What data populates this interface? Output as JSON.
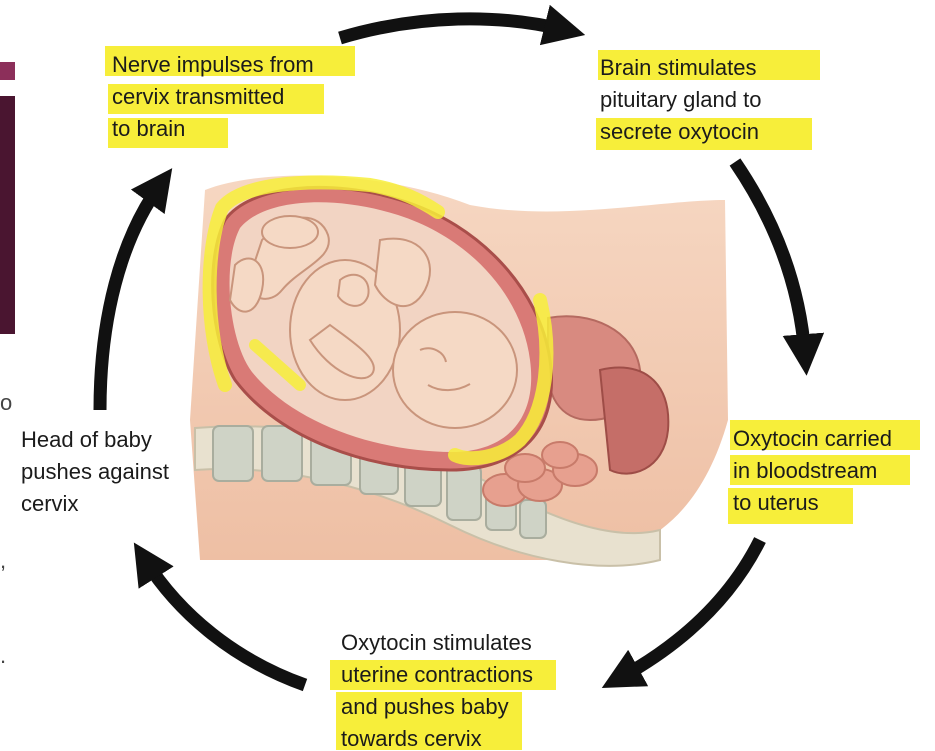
{
  "steps": [
    {
      "lines": [
        "Nerve impulses from",
        "cervix transmitted",
        "to brain"
      ]
    },
    {
      "lines": [
        "Brain stimulates",
        "pituitary gland to",
        "secrete oxytocin"
      ]
    },
    {
      "lines": [
        "Oxytocin carried",
        "in bloodstream",
        "to uterus"
      ]
    },
    {
      "lines": [
        "Oxytocin stimulates",
        "uterine contractions",
        "and pushes baby",
        "towards cervix"
      ]
    },
    {
      "lines": [
        "Head of baby",
        "pushes against",
        "cervix"
      ]
    }
  ],
  "left_edge_fragments": [
    "o",
    ",",
    "."
  ],
  "colors": {
    "highlight": "#f7ee3a",
    "arrow": "#111111",
    "left_bar_top": "#8c2f5a",
    "left_bar_body": "#4a1530"
  }
}
